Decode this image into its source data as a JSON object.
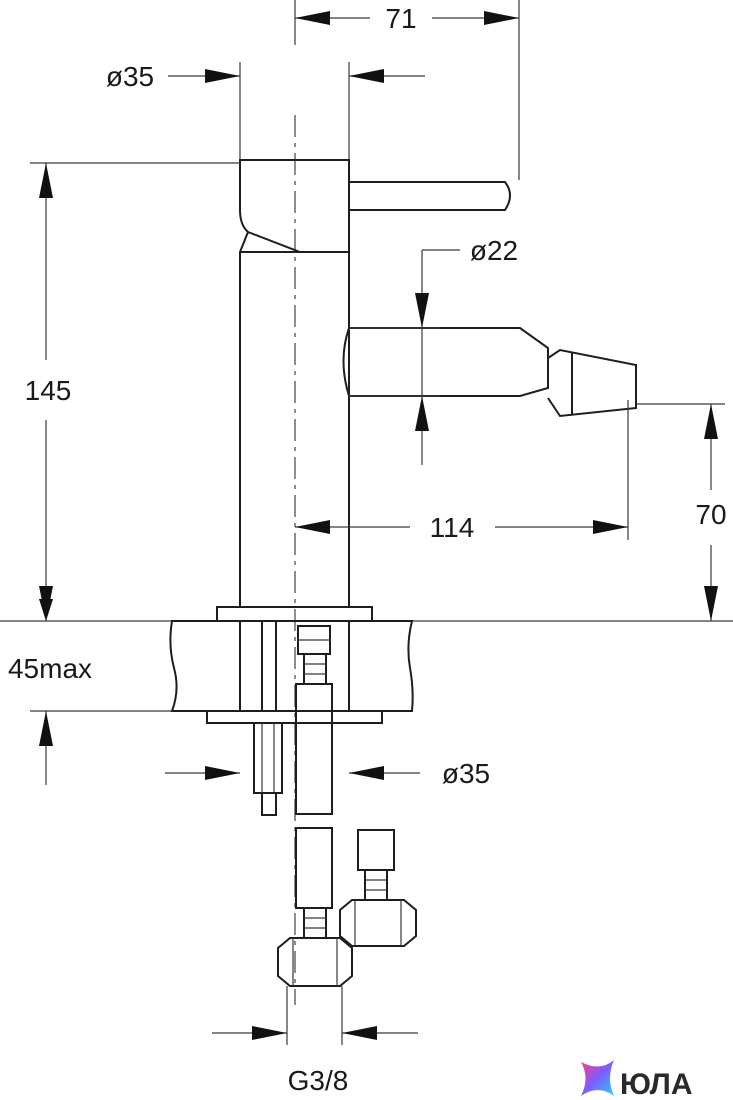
{
  "drawing": {
    "dimensions": {
      "lever_reach": "71",
      "body_diameter_top": "ø35",
      "spout_diameter": "ø22",
      "total_height": "145",
      "spout_projection": "114",
      "spout_height": "70",
      "counter_thickness": "45max",
      "shank_diameter": "ø35",
      "connection_thread": "G3/8"
    }
  },
  "logo": {
    "text": "ЮЛА",
    "colors": [
      "#ff3d7f",
      "#7b5cff",
      "#2ad0ff"
    ]
  }
}
